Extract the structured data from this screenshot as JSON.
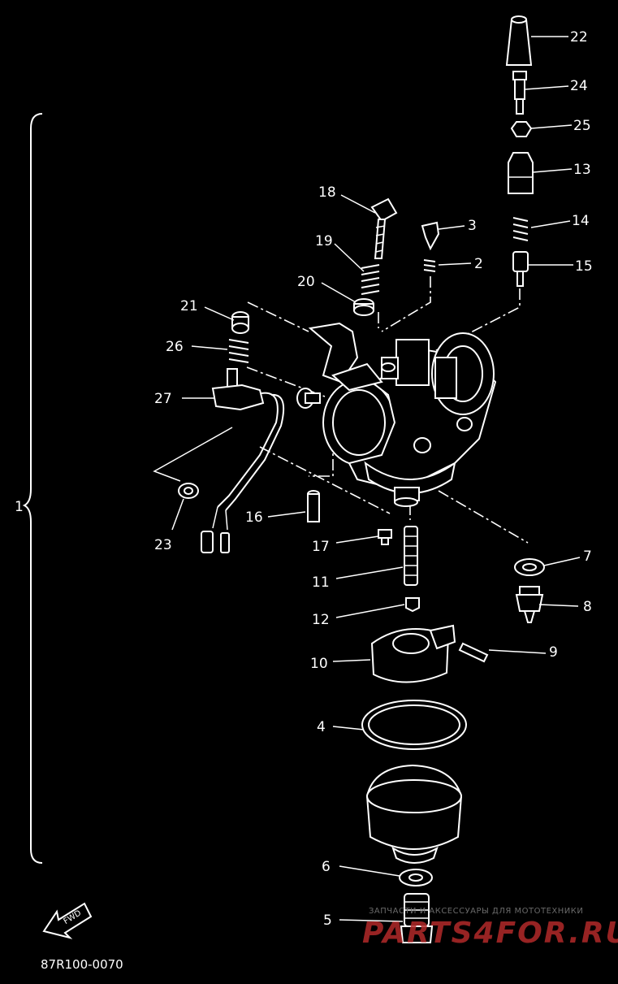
{
  "diagram": {
    "assembly_label": "1",
    "code": "87R100-0070",
    "fwd_label": "FWD",
    "parts": [
      "2",
      "3",
      "4",
      "5",
      "6",
      "7",
      "8",
      "9",
      "10",
      "11",
      "12",
      "13",
      "14",
      "15",
      "16",
      "17",
      "18",
      "19",
      "20",
      "21",
      "22",
      "23",
      "24",
      "25",
      "26",
      "27"
    ]
  },
  "watermark": {
    "tagline": "ЗАПЧАСТИ И АКСЕССУАРЫ ДЛЯ МОТОТЕХНИКИ",
    "site": "PARTS4FOR.RU"
  }
}
